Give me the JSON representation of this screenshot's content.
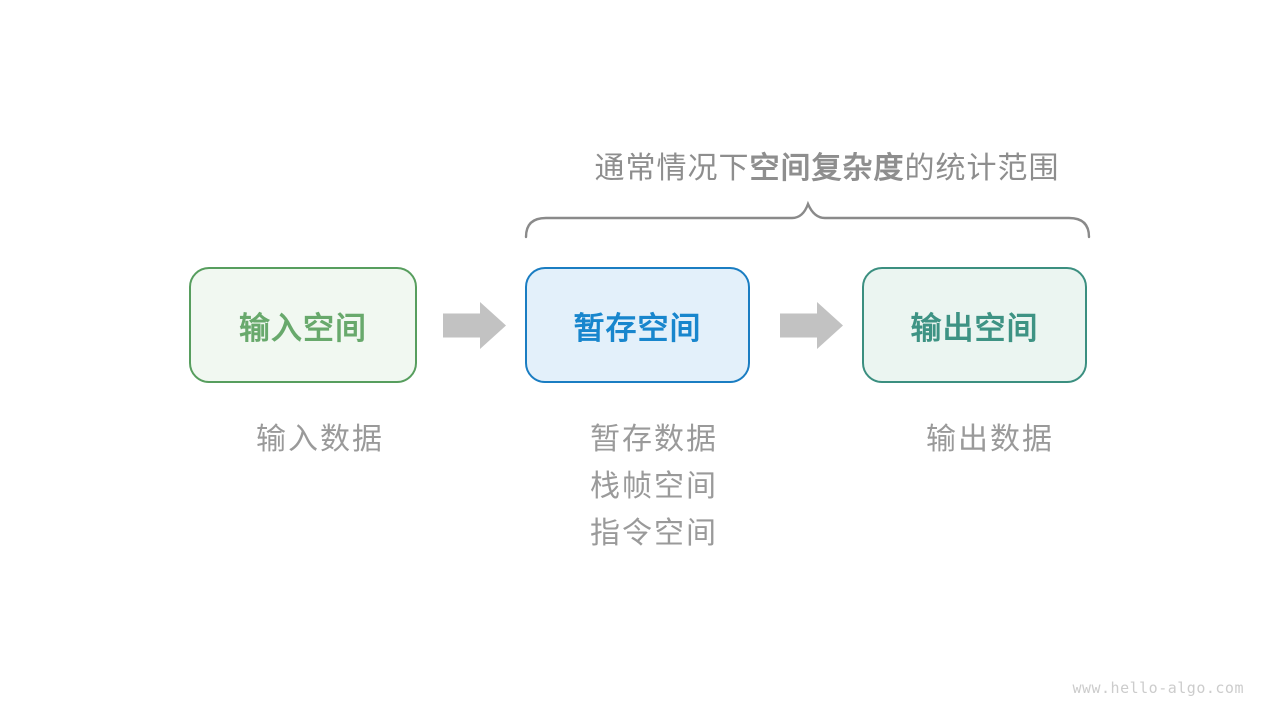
{
  "title": {
    "prefix": "通常情况下",
    "bold": "空间复杂度",
    "suffix": "的统计范围"
  },
  "boxes": [
    {
      "id": "input-space",
      "label": "输入空间"
    },
    {
      "id": "buffer-space",
      "label": "暂存空间"
    },
    {
      "id": "output-space",
      "label": "输出空间"
    }
  ],
  "notes": [
    {
      "lines": [
        "输入数据"
      ]
    },
    {
      "lines": [
        "暂存数据",
        "栈帧空间",
        "指令空间"
      ]
    },
    {
      "lines": [
        "输出数据"
      ]
    }
  ],
  "watermark": "www.hello-algo.com",
  "colors": {
    "background": "#ffffff",
    "title_gray": "#8e8e8e",
    "brace_gray": "#8a8a8a",
    "note_gray": "#9a9a9a",
    "arrow_gray": "#c2c2c2",
    "watermark_gray": "#cccccc",
    "input_border": "#579e5e",
    "input_bg": "#f1f8f1",
    "input_text": "#68a96c",
    "buffer_border": "#1a7dc2",
    "buffer_bg": "#e3f0fa",
    "buffer_text": "#1886cd",
    "output_border": "#3b8f80",
    "output_bg": "#ebf5f1",
    "output_text": "#3e9384"
  }
}
